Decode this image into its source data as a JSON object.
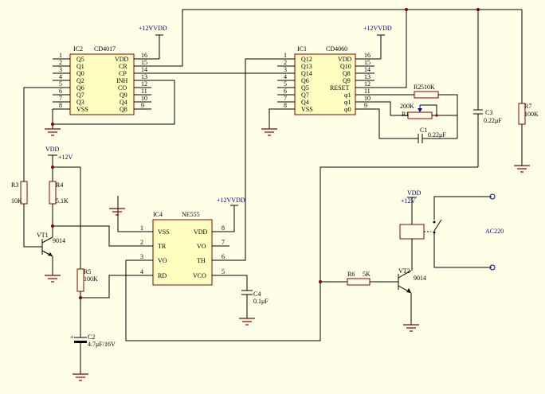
{
  "ic2": {
    "ref": "IC2",
    "part": "CD4017",
    "left_pins": [
      {
        "num": "1",
        "name": "Q5"
      },
      {
        "num": "2",
        "name": "Q1"
      },
      {
        "num": "3",
        "name": "Q0"
      },
      {
        "num": "4",
        "name": "Q2"
      },
      {
        "num": "5",
        "name": "Q6"
      },
      {
        "num": "6",
        "name": "Q7"
      },
      {
        "num": "7",
        "name": "Q3"
      },
      {
        "num": "8",
        "name": "VSS"
      }
    ],
    "right_pins": [
      {
        "num": "16",
        "name": "VDD"
      },
      {
        "num": "15",
        "name": "CR"
      },
      {
        "num": "14",
        "name": "CP"
      },
      {
        "num": "13",
        "name": "INH"
      },
      {
        "num": "12",
        "name": "CO"
      },
      {
        "num": "11",
        "name": "Q9"
      },
      {
        "num": "10",
        "name": "Q4"
      },
      {
        "num": "9",
        "name": "Q8"
      }
    ],
    "supply": "+12VVDD"
  },
  "ic1": {
    "ref": "IC1",
    "part": "CD4060",
    "left_pins": [
      {
        "num": "1",
        "name": "Q12"
      },
      {
        "num": "2",
        "name": "Q13"
      },
      {
        "num": "3",
        "name": "Q14"
      },
      {
        "num": "4",
        "name": "Q6"
      },
      {
        "num": "5",
        "name": "Q5"
      },
      {
        "num": "6",
        "name": "Q7"
      },
      {
        "num": "7",
        "name": "Q4"
      },
      {
        "num": "8",
        "name": "VSS"
      }
    ],
    "right_pins": [
      {
        "num": "16",
        "name": "VDD"
      },
      {
        "num": "15",
        "name": "Q10"
      },
      {
        "num": "14",
        "name": "Q8"
      },
      {
        "num": "13",
        "name": "Q9"
      },
      {
        "num": "12",
        "name": "RESET"
      },
      {
        "num": "11",
        "name": "φ1"
      },
      {
        "num": "10",
        "name": "φ1"
      },
      {
        "num": "9",
        "name": "φ0"
      }
    ],
    "supply": "+12VVDD"
  },
  "ic4": {
    "ref": "IC4",
    "part": "NE555",
    "left_pins": [
      {
        "num": "1",
        "name": "VSS"
      },
      {
        "num": "2",
        "name": "TR"
      },
      {
        "num": "3",
        "name": "VO"
      },
      {
        "num": "4",
        "name": "RD"
      }
    ],
    "right_pins": [
      {
        "num": "8",
        "name": "VDD"
      },
      {
        "num": "7",
        "name": "VO"
      },
      {
        "num": "6",
        "name": "TH"
      },
      {
        "num": "5",
        "name": "VCO"
      }
    ],
    "supply": "+12VVDD"
  },
  "parts": {
    "r2": {
      "ref": "R2",
      "value": "510K"
    },
    "r1": {
      "ref": "R1",
      "value": "200K"
    },
    "c1": {
      "ref": "C1",
      "value": "0.22μF"
    },
    "c3": {
      "ref": "C3",
      "value": "0.22μF"
    },
    "r7": {
      "ref": "R7",
      "value": "100K"
    },
    "r3": {
      "ref": "R3",
      "value": "10K"
    },
    "r4": {
      "ref": "R4",
      "value": "5.1K"
    },
    "vt1": {
      "ref": "VT1",
      "value": "9014"
    },
    "r5": {
      "ref": "R5",
      "value": "100K"
    },
    "c2": {
      "ref": "C2",
      "value": "4.7μF/16V",
      "polarity": "+"
    },
    "c4": {
      "ref": "C4",
      "value": "0.1μF"
    },
    "r6": {
      "ref": "R6",
      "value": "5K"
    },
    "vt2": {
      "ref": "VT2",
      "value": "9014"
    }
  },
  "supplies": {
    "left": {
      "name": "VDD",
      "voltage": "+12V"
    },
    "relay": {
      "name": "VDD",
      "voltage": "+12V"
    }
  },
  "output": {
    "label": "AC220"
  },
  "colors": {
    "wire": "#000000",
    "component": "#8b0000",
    "ic_fill": "#ffffc0",
    "label": "#00007a",
    "background": "#ffffe8"
  }
}
